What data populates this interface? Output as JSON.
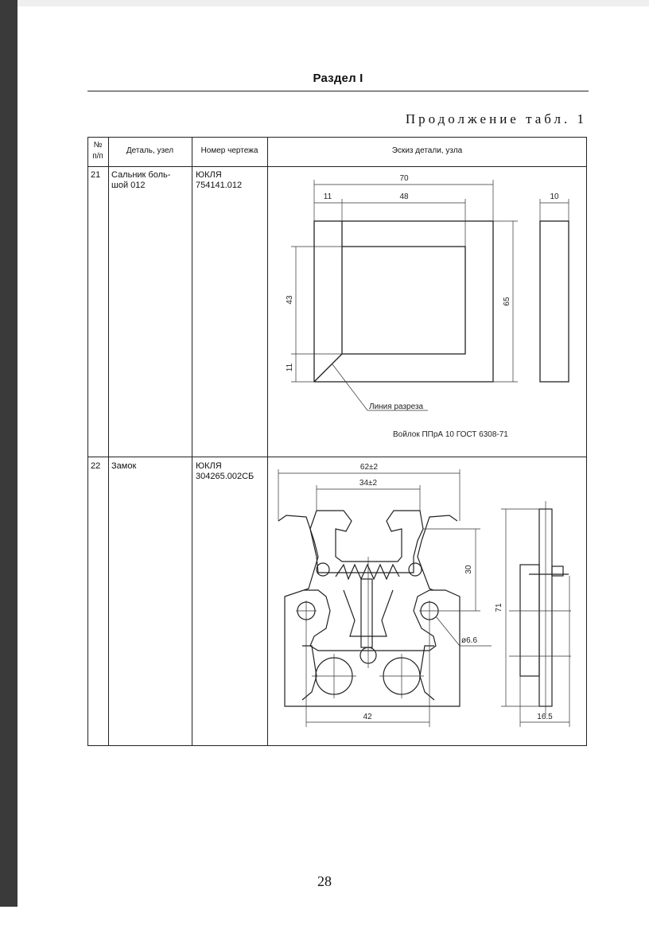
{
  "header": {
    "section_title": "Раздел I"
  },
  "continuation_label": "Продолжение табл. 1",
  "table": {
    "columns": [
      "№\nп/п",
      "Деталь, узел",
      "Номер чертежа",
      "Эскиз детали, узла"
    ],
    "rows": [
      {
        "num": "21",
        "part": "Сальник боль-\nшой 012",
        "drawing": "ЮКЛЯ\n754141.012",
        "sketch": {
          "dims": {
            "overall_width": "70",
            "left_offset": "11",
            "inner_width": "48",
            "side_thickness": "10",
            "inner_height": "43",
            "total_height": "65",
            "bottom_offset": "11"
          },
          "cut_label": "Линия разреза",
          "material": "Войлок ППрА 10 ГОСТ 6308-71"
        }
      },
      {
        "num": "22",
        "part": "Замок",
        "drawing": "ЮКЛЯ\n304265.002СБ",
        "sketch": {
          "dims": {
            "overall_width": "62±2",
            "inner_width": "34±2",
            "height_30": "30",
            "height_71": "71",
            "hole_diameter": "ø6.6",
            "bottom_width": "42",
            "side_width": "16.5"
          }
        }
      }
    ]
  },
  "page_number": "28"
}
